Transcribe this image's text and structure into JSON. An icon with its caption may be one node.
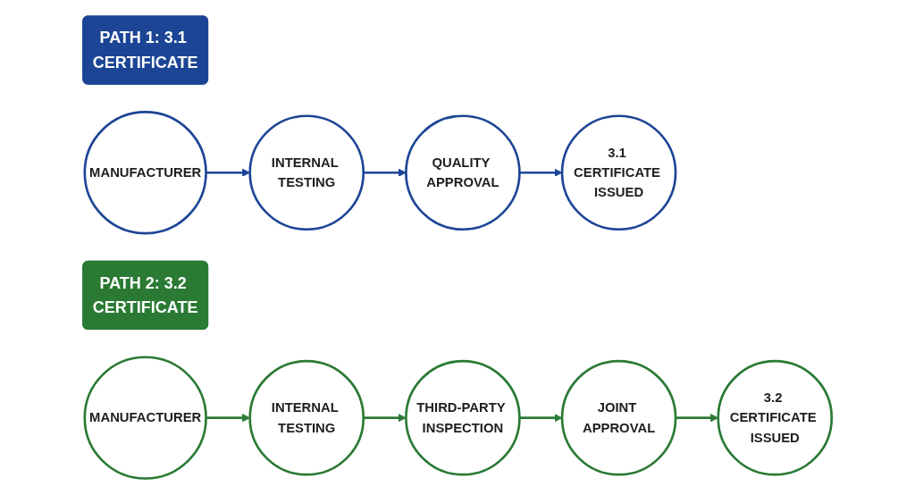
{
  "diagram": {
    "nodes": [
      {
        "text": [
          "PATH 1: 3.1 CERTIFICATE"
        ]
      },
      {
        "text": [
          "MANUFACTURER"
        ]
      },
      {
        "text": [
          "INTERNAL TESTING"
        ]
      },
      {
        "text": [
          "QUALITY APPROVAL"
        ]
      },
      {
        "text": [
          "3.1 CERTIFICATE ISSUED"
        ]
      },
      {
        "text": [
          "PATH 2: 3.2 CERTIFICATE"
        ]
      },
      {
        "text": [
          "MANUFACTURER"
        ]
      },
      {
        "text": [
          "INTERNAL TESTING"
        ]
      },
      {
        "text": [
          "THIRD-PARTY INSPECTION"
        ]
      },
      {
        "text": [
          "JOINT APPROVAL"
        ]
      },
      {
        "text": [
          "3.2 CERTIFICATE ISSUED"
        ]
      }
    ],
    "edges": [
      {
        "from": 1,
        "to": 2,
        "arrow": "to",
        "color": "#1c4595"
      },
      {
        "from": 2,
        "to": 3,
        "arrow": "to",
        "color": "#1c4595"
      },
      {
        "from": 3,
        "to": 4,
        "arrow": "to",
        "color": "#1c4595"
      },
      {
        "from": 6,
        "to": 7,
        "arrow": "to"
      },
      {
        "from": 7,
        "to": 8,
        "arrow": "to"
      },
      {
        "from": 8,
        "to": 9,
        "arrow": "to"
      },
      {
        "from": 9,
        "to": 10,
        "arrow": "to"
      }
    ]
  }
}
